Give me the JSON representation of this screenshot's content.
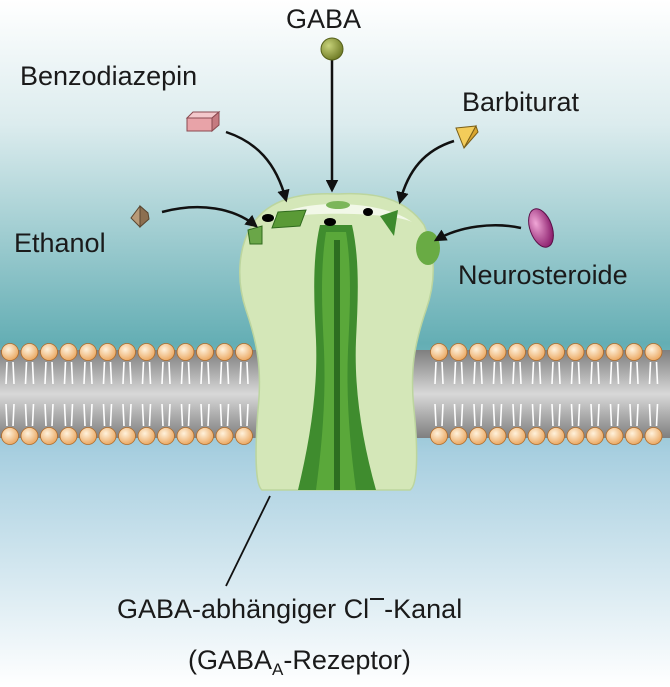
{
  "labels": {
    "gaba": "GABA",
    "benzodiazepin": "Benzodiazepin",
    "barbiturat": "Barbiturat",
    "ethanol": "Ethanol",
    "neurosteroide": "Neurosteroide"
  },
  "caption": {
    "line1_prefix": "GABA-abhängiger Cl",
    "line1_superscript": "−",
    "line1_suffix": "-Kanal",
    "line2_prefix": "(GABA",
    "line2_subscript": "A",
    "line2_suffix": "-Rezeptor)"
  },
  "colors": {
    "background_top": "#ffffff",
    "background_mid": "#67b0b6",
    "background_bottom": "#ffffff",
    "receptor_light": "#d4e7b8",
    "receptor_dark": "#3d8a2d",
    "gaba_ball": "#8c9a3a",
    "benzodiazepin": "#e8a3a8",
    "barbiturat": "#f3cc5a",
    "ethanol": "#b89a78",
    "neurosteroide": "#b82a8f",
    "lipid_head": "#f4c48e"
  }
}
